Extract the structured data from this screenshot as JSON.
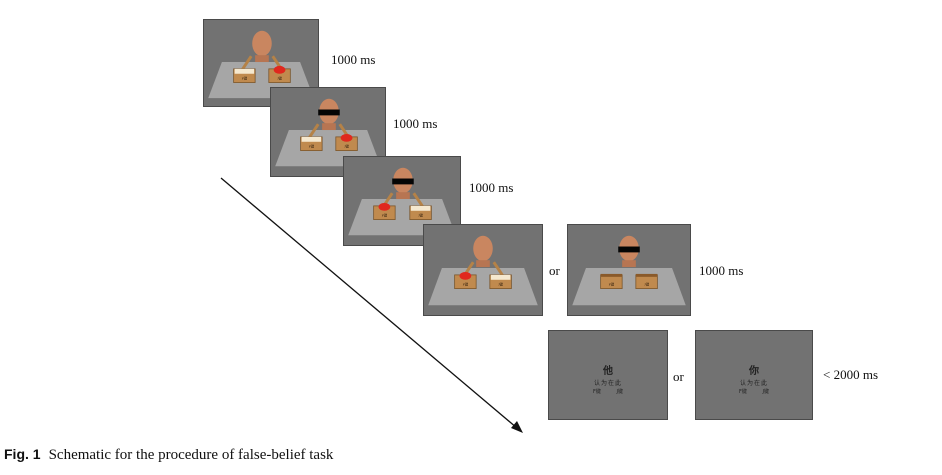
{
  "caption": {
    "figure_label": "Fig. 1",
    "text": "Schematic for the procedure of false-belief task"
  },
  "timings": {
    "frame1": "1000 ms",
    "frame2": "1000 ms",
    "frame3": "1000 ms",
    "frame4": "1000 ms",
    "response": "< 2000 ms"
  },
  "connectors": {
    "outcome_or": "or",
    "response_or": "or"
  },
  "response_screens": {
    "left": {
      "pronoun": "他",
      "phrase": "认为在此",
      "options": [
        "F键",
        "J键"
      ]
    },
    "right": {
      "pronoun": "你",
      "phrase": "认为在此",
      "options": [
        "F键",
        "J键"
      ]
    }
  },
  "box_labels": {
    "left": "F键",
    "right": "J键"
  },
  "colors": {
    "frame_bg": "#727272",
    "table": "#a6a6a6",
    "box": "#c08a4e",
    "apple": "#e0281e",
    "skin": "#c98660",
    "blindfold": "#050505"
  }
}
